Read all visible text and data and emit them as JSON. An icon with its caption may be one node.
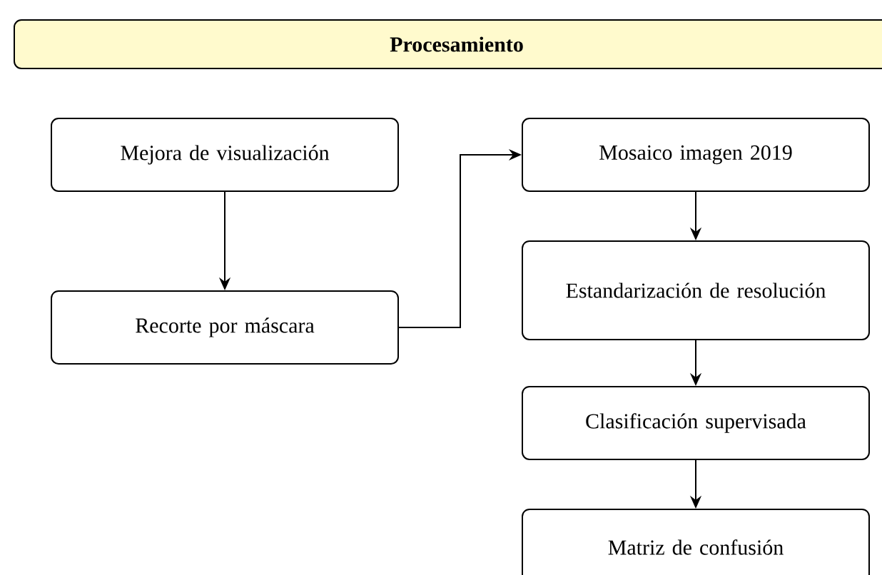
{
  "diagram": {
    "nodes": [
      {
        "text": [
          "Procesamiento"
        ]
      },
      {
        "text": [
          "Mejora de visualización"
        ]
      },
      {
        "text": [
          "Recorte por máscara"
        ]
      },
      {
        "text": [
          "Mosaico imagen 2019"
        ]
      },
      {
        "text": [
          "Estandarización de resolución"
        ]
      },
      {
        "text": [
          "Clasificación supervisada"
        ]
      },
      {
        "text": [
          "Matriz de confusión"
        ]
      }
    ],
    "edges": [
      {
        "from": 1,
        "to": 2,
        "arrow": "to"
      },
      {
        "from": 2,
        "to": 3,
        "arrow": "to"
      },
      {
        "from": 3,
        "to": 4,
        "arrow": "to"
      },
      {
        "from": 4,
        "to": 5,
        "arrow": "to"
      },
      {
        "from": 5,
        "to": 6,
        "arrow": "to"
      }
    ]
  }
}
